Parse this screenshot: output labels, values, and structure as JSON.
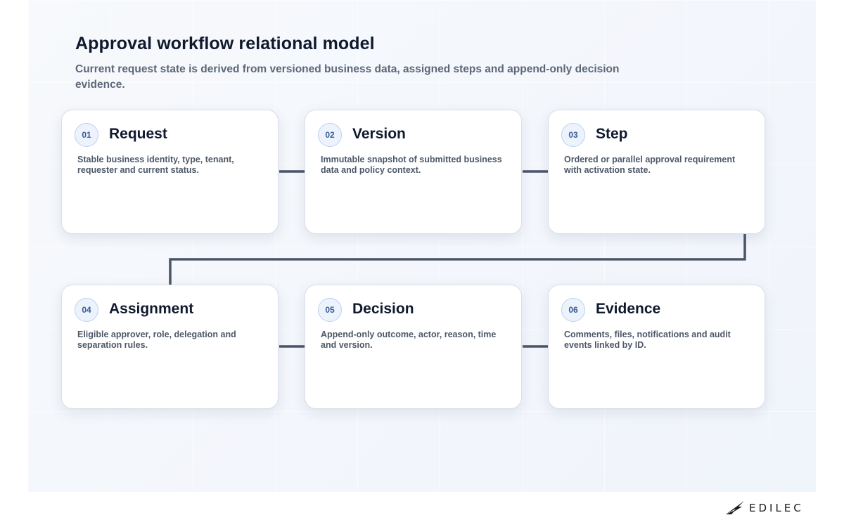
{
  "header": {
    "title": "Approval workflow relational model",
    "subtitle": "Current request state is derived from versioned business data, assigned steps and append-only decision evidence."
  },
  "cards": [
    {
      "number": "01",
      "title": "Request",
      "description": "Stable business identity, type, tenant, requester and current status."
    },
    {
      "number": "02",
      "title": "Version",
      "description": "Immutable snapshot of submitted business data and policy context."
    },
    {
      "number": "03",
      "title": "Step",
      "description": "Ordered or parallel approval requirement with activation state."
    },
    {
      "number": "04",
      "title": "Assignment",
      "description": "Eligible approver, role, delegation and separation rules."
    },
    {
      "number": "05",
      "title": "Decision",
      "description": "Append-only outcome, actor, reason, time and version."
    },
    {
      "number": "06",
      "title": "Evidence",
      "description": "Comments, files, notifications and audit events linked by ID."
    }
  ],
  "brand": {
    "logo_text": "EDILEC",
    "logo_icon": "bird-wing-logo-icon"
  },
  "colors": {
    "connector": "#4a5568",
    "badge_text": "#3a5c91",
    "title": "#0f1a2e"
  }
}
